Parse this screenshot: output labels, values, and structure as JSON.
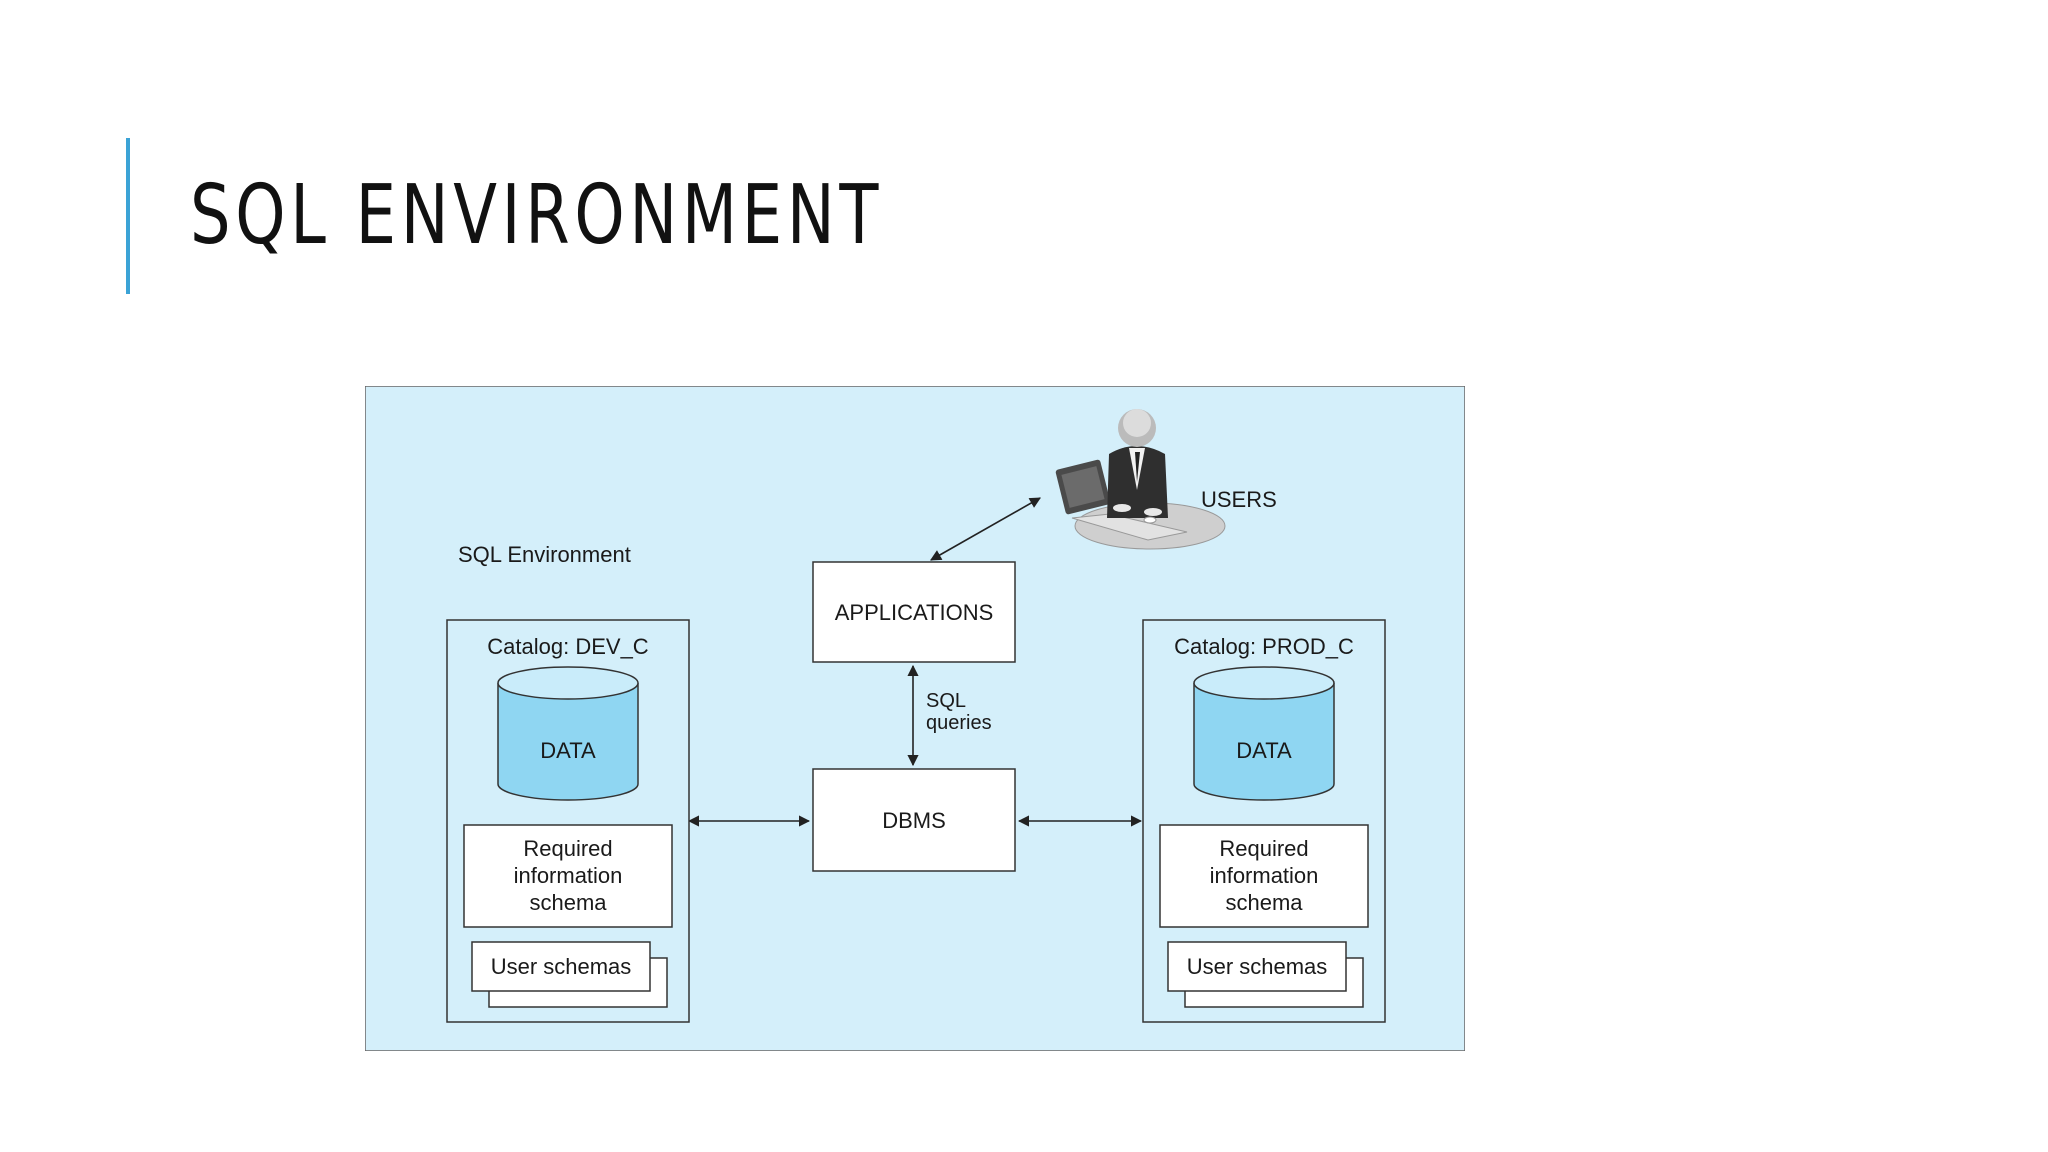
{
  "slide": {
    "title": "SQL ENVIRONMENT"
  },
  "diagram": {
    "environment_label": "SQL Environment",
    "users_label": "USERS",
    "applications_label": "APPLICATIONS",
    "sql_queries_line1": "SQL",
    "sql_queries_line2": "queries",
    "dbms_label": "DBMS",
    "catalog_left": {
      "title": "Catalog: DEV_C",
      "data_label": "DATA",
      "schema_line1": "Required",
      "schema_line2": "information",
      "schema_line3": "schema",
      "user_schemas_label": "User schemas"
    },
    "catalog_right": {
      "title": "Catalog: PROD_C",
      "data_label": "DATA",
      "schema_line1": "Required",
      "schema_line2": "information",
      "schema_line3": "schema",
      "user_schemas_label": "User schemas"
    },
    "colors": {
      "background": "#d4effa",
      "cylinder": "#8fd6f2",
      "cylinder_top": "#c9ecfa",
      "accent": "#3ba3d6"
    }
  }
}
